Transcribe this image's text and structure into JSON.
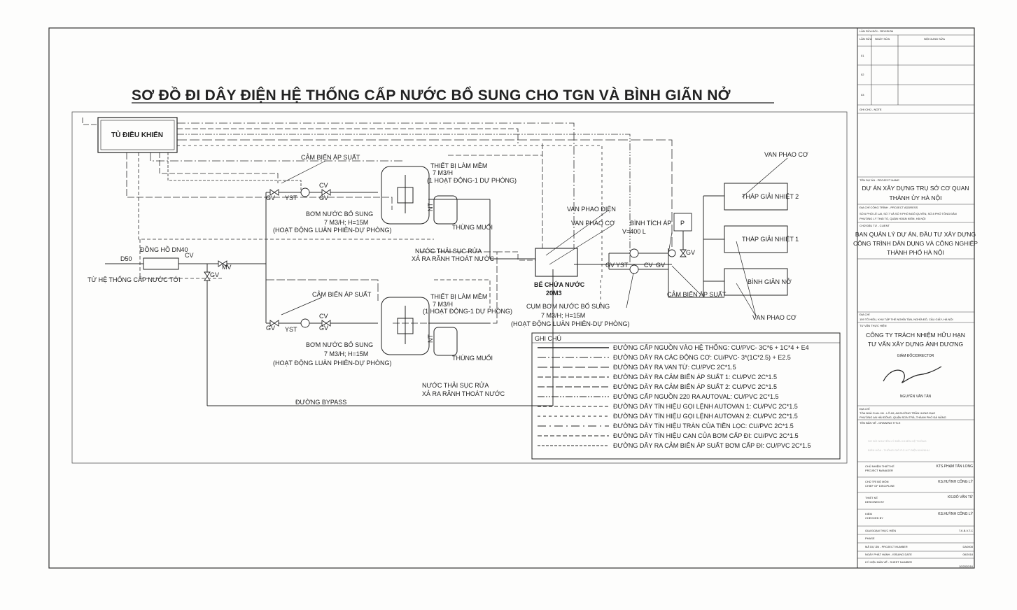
{
  "title": "SƠ ĐỒ ĐI DÂY ĐIỆN HỆ THỐNG CẤP  NƯỚC BỔ SUNG CHO TGN VÀ BÌNH GIÃN NỞ",
  "control_cabinet": "TỦ ĐIỀU KHIỂN",
  "labels": {
    "sensor_top": "CẢM BIẾN ÁP SUẤT",
    "sensor_mid": "CẢM BIẾN ÁP SUẤT",
    "sensor_right": "CẢM BIẾN ÁP SUẤT",
    "softener_top_1": "THIẾT BỊ LÀM MỀM",
    "softener_top_2": "7 M3/H",
    "softener_top_3": "(1 HOẠT ĐỘNG-1 DỰ PHÒNG)",
    "softener_bot_1": "THIẾT BỊ LÀM MỀM",
    "softener_bot_2": "7 M3/H",
    "softener_bot_3": "(1 HOẠT ĐỘNG-1 DỰ PHÒNG)",
    "pump_top_1": "BƠM NƯỚC BỔ SUNG",
    "pump_top_2": "7 M3/H; H=15M",
    "pump_top_3": "(HOẠT ĐỘNG LUÂN PHIÊN-DỰ PHÒNG)",
    "pump_bot_1": "BƠM NƯỚC BỔ SUNG",
    "pump_bot_2": "7 M3/H; H=15M",
    "pump_bot_3": "(HOẠT ĐỘNG LUÂN PHIÊN-DỰ PHÒNG)",
    "salt_top": "THÙNG MUỐI",
    "salt_bot": "THÙNG MUỐI",
    "waste_top_1": "NƯỚC THẢI SỤC RỬA",
    "waste_top_2": "XẢ RA RÃNH THOÁT NƯỚC",
    "waste_bot_1": "NƯỚC THẢI SỤC RỬA",
    "waste_bot_2": "XẢ RA RÃNH THOÁT NƯỚC",
    "meter": "ĐỒNG HỒ DN40",
    "d50": "D50",
    "supply": "TỪ HỆ THỐNG CẤP NƯỚC TỚI",
    "bypass": "ĐƯỜNG BYPASS",
    "gv": "GV",
    "cv": "CV",
    "yst": "YST",
    "mv": "MV",
    "nt": "NT",
    "float_elec": "VAN PHAO ĐIỆN",
    "float_mech": "VAN PHAO CƠ",
    "tank_1": "BỂ CHỨA NƯỚC",
    "tank_2": "20M3",
    "pump_cluster_1": "CỤM BƠM NƯỚC BỔ SUNG",
    "pump_cluster_2": "7 M3/H; H=15M",
    "pump_cluster_3": "(HOẠT ĐỘNG LUÂN PHIÊN-DỰ PHÒNG)",
    "pressure_tank_1": "BÌNH TÍCH ÁP",
    "pressure_tank_2": "V=400 L",
    "p": "P",
    "float_mech_top": "VAN PHAO CƠ",
    "float_mech_bot": "VAN PHAO CƠ",
    "tower_2": "THÁP GIẢI NHIỆT 2",
    "tower_1": "THÁP GIẢI NHIỆT 1",
    "expansion": "BÌNH GIÃN NỞ"
  },
  "legend": {
    "title": "GHI CHÚ",
    "items": [
      "ĐƯỜNG CẤP NGUỒN VÀO HỆ THỐNG: CU/PVC- 3C*6 + 1C*4 + E4",
      "ĐƯỜNG DÂY RA CÁC ĐỘNG CƠ: CU/PVC- 3*(1C*2.5) + E2.5",
      "ĐƯỜNG DÂY RA VAN TỪ: CU/PVC 2C*1.5",
      "ĐƯỜNG DÂY RA CẢM BIẾN ÁP SUẤT 1: CU/PVC 2C*1.5",
      "ĐƯỜNG DÂY RA CẢM BIẾN ÁP SUẤT 2: CU/PVC 2C*1.5",
      "ĐƯỜNG CẤP NGUỒN 220 RA AUTOVAL: CU/PVC 2C*1.5",
      "ĐƯỜNG DÂY TÍN HIỆU GỌI LỆNH AUTOVAN 1:  CU/PVC 2C*1.5",
      "ĐƯỜNG DÂY TÍN HIỆU GỌI LỆNH AUTOVAN 2:  CU/PVC 2C*1.5",
      "ĐƯỜNG DÂY TÍN HIỆU TRÀN CỦA TIỀN LỌC: CU/PVC 2C*1.5",
      "ĐƯỜNG DÂY TÍN HIỆU CẠN CỦA BƠM CẤP ĐI: CU/PVC 2C*1.5",
      "ĐƯỜNG DÂY RA CẢM BIẾN ÁP SUẤT BƠM CẤP ĐI: CU/PVC 2C*1.5"
    ]
  },
  "title_block": {
    "revision_header": "LẦN SỬA ĐỔI - REVISION",
    "rev_col_1": "LẦN SỬA",
    "rev_col_2": "NGÀY SỬA",
    "rev_col_3": "NỘI DUNG SỬA",
    "rev_1": "01",
    "rev_2": "02",
    "rev_3": "03",
    "note": "GHI CHÚ - NOTE",
    "project_name_label": "TÊN DỰ ÁN - PROJECT NAME",
    "project_name_1": "DỰ ÁN XÂY DỰNG TRỤ SỞ CƠ QUAN",
    "project_name_2": "THÀNH ỦY HÀ NỘI",
    "project_address_label": "ĐỊA CHỈ CÔNG TRÌNH - PROJECT ADDRESS",
    "project_address_1": "SỐ 6 PHỐ LÊ LAI, SỐ 7 VÀ SỐ 9 PHỐ NGÔ QUYỀN, SỐ 8 PHỐ TÔNG ĐẢN",
    "project_address_2": "PHƯỜNG LÝ THÁI TỔ, QUẬN HOÀN KIẾM, HÀ NỘI",
    "client_label": "CHỦ ĐẦU TƯ - CLIENT",
    "client_1": "BAN QUẢN LÝ DỰ ÁN, ĐẦU TƯ XÂY DỰNG",
    "client_2": "CÔNG TRÌNH DÂN DỤNG VÀ CÔNG NGHIỆP",
    "client_3": "THÀNH PHỐ HÀ NỘI",
    "client_addr_label": "ĐỊA CHỈ",
    "client_addr": "159 TÔ HIỆU, KHU TẬP THỂ NGHĨA TÂN, NGHĨA ĐÔ, CẦU GIẤY, HÀ NỘI",
    "consultant_label": "TƯ VẤN THỰC HIỆN",
    "consultant_1": "CÔNG TY TRÁCH NHIỆM HỮU HẠN",
    "consultant_2": "TƯ VẤN XÂY DỰNG ÁNH DƯƠNG",
    "director": "GIÁM ĐỐC/DIRECTOR",
    "director_name": "NGUYỄN VĂN TÂN",
    "consultant_addr_label": "ĐỊA CHỈ",
    "consultant_addr_1": "TÒA NHÀ CLAL H6 - LÔ A5, A6 ĐƯỜNG TRẦN HƯNG ĐẠO",
    "consultant_addr_2": "PHƯỜNG AN HẢI ĐÔNG, QUẬN SƠN TRÀ, THÀNH PHỐ ĐÀ NẴNG",
    "drawing_title_label": "TÊN BẢN VẼ - DRAWING TITLE",
    "drawing_title_1": "SƠ ĐỒ NGUYÊN LÝ ĐIỀU KHIỂN HỆ THỐNG",
    "drawing_title_2": "BIỂN HÒA - THÔNG GIÓ P.C.H.T ĐIỆN KHÍ/KHU",
    "pm_label_1": "CHỦ NHIỆM THIẾT KẾ",
    "pm_label_2": "PROJECT MANAGER",
    "pm_name": "KTS.PHẠM TẤN LONG",
    "cd_label_1": "CHỦ TRÌ BỘ MÔN",
    "cd_label_2": "CHIEF OF DISCIPLINE",
    "cd_name": "KS.HUỲNH CÔNG LÝ",
    "des_label_1": "THIẾT KẾ",
    "des_label_2": "DESIGNED BY",
    "des_name": "KS.ĐỖ VĂN TỨ",
    "chk_label_1": "KIỂM",
    "chk_label_2": "CHECKED BY",
    "chk_name": "KS.HUỲNH CÔNG LÝ",
    "stage_label": "GIAI ĐOẠN THỰC HIỆN",
    "stage_value": "T.K.B.V.T.C",
    "phase_label": "PHASE",
    "pn_label": "MÃ DỰ ÁN - PROJECT NUMBER",
    "pn_value": "DA0008",
    "date_label": "NGÀY PHÁT HÀNH - ISSUING DATE",
    "date_value": "08/2018",
    "sheet_label": "KÝ HIỆU BẢN VẼ - SHEET NUMBER",
    "sheet_value": "10/2020/16"
  },
  "colors": {
    "line": "#2a2a2a",
    "paper": "#fdfdfc",
    "faded": "#b9b9b9"
  }
}
